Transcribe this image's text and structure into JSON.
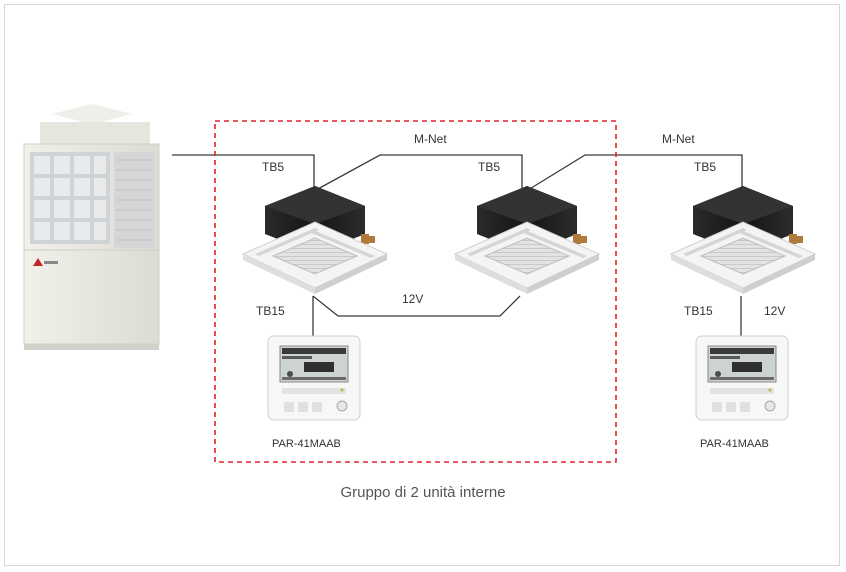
{
  "labels": {
    "mnet_1": "M-Net",
    "mnet_2": "M-Net",
    "tb5_1": "TB5",
    "tb5_2": "TB5",
    "tb5_3": "TB5",
    "tb15_1": "TB15",
    "tb15_2": "TB15",
    "v12_1": "12V",
    "v12_2": "12V",
    "remote_1": "PAR-41MAAB",
    "remote_2": "PAR-41MAAB"
  },
  "caption": "Gruppo di 2 unità interne",
  "colors": {
    "wire": "#3a3a3a",
    "group_border": "#e0242b",
    "unit_body": "#1e1e1e",
    "panel": "#f2f2f2",
    "outdoor_unit": "#e9e8e2",
    "frame": "#d7d7d7"
  }
}
